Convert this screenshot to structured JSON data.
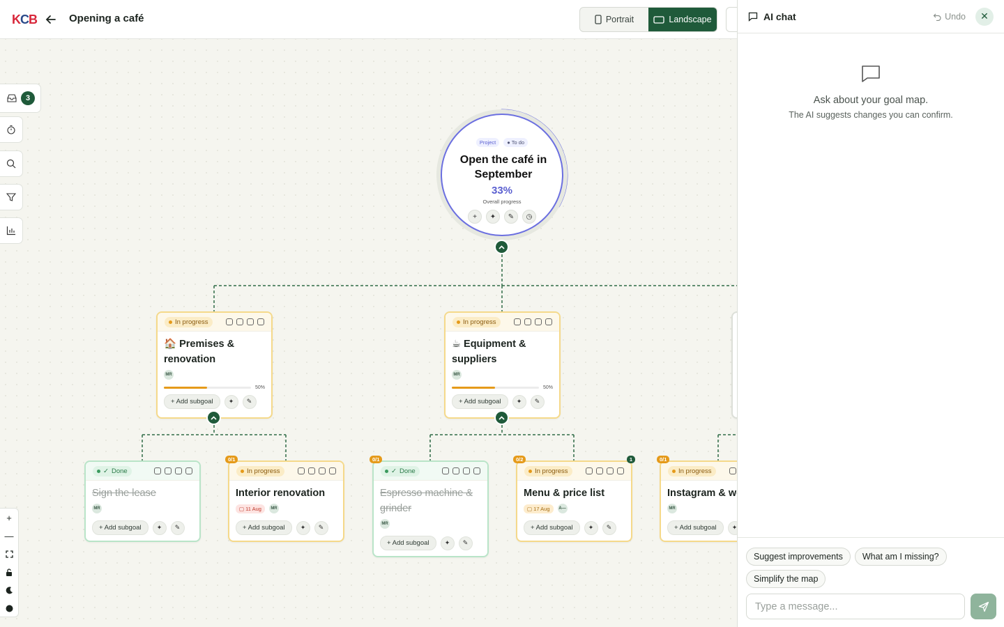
{
  "header": {
    "logo": "KCB",
    "title": "Opening a café",
    "orientation": [
      {
        "label": "Portrait",
        "active": false
      },
      {
        "label": "Landscape",
        "active": true
      }
    ]
  },
  "sidebar": {
    "inbox_count": "3",
    "tools": [
      "inbox-icon",
      "timer-icon",
      "search-icon",
      "filter-icon",
      "chart-icon"
    ]
  },
  "zoom_tools": [
    "plus",
    "minus",
    "fit",
    "lock",
    "theme",
    "palette"
  ],
  "root_goal": {
    "type": "Project",
    "status": "To do",
    "title": "Open the café in September",
    "progress": "33%",
    "progress_value": 0.33,
    "progress_label": "Overall progress"
  },
  "goals": [
    {
      "emoji": "🏠",
      "title": "Premises & renovation",
      "status": "In progress",
      "assignee": "MR",
      "progress": "50%",
      "progress_value": 0.5
    },
    {
      "emoji": "☕",
      "title": "Equipment & suppliers",
      "status": "In progress",
      "assignee": "MR",
      "progress": "50%",
      "progress_value": 0.5
    }
  ],
  "subgoals": [
    {
      "title": "Sign the lease",
      "status": "Done",
      "assignee": "MR",
      "due": "",
      "count": ""
    },
    {
      "title": "Interior renovation",
      "status": "In progress",
      "assignee": "MR",
      "due": "11 Aug",
      "count": "0/1"
    },
    {
      "title": "Espresso machine & grinder",
      "status": "Done",
      "assignee": "MR",
      "due": "",
      "count": "0/1"
    },
    {
      "title": "Menu & price list",
      "status": "In progress",
      "assignee": "A—",
      "due": "17 Aug",
      "count": "0/2",
      "comments": "1"
    },
    {
      "title": "Instagram & we",
      "status": "In progress",
      "assignee": "MR",
      "due": "",
      "count": "0/1"
    }
  ],
  "card_actions": {
    "add_subgoal": "Add subgoal"
  },
  "chat": {
    "title": "AI chat",
    "undo": "Undo",
    "empty_heading": "Ask about your goal map.",
    "empty_sub": "The AI suggests changes you can confirm.",
    "suggestions": [
      "Suggest improvements",
      "What am I missing?",
      "Simplify the map"
    ],
    "input_placeholder": "Type a message..."
  },
  "colors": {
    "brand": "#1f5a3a",
    "accent": "#6b6fe0",
    "progress": "#e59a1a"
  }
}
